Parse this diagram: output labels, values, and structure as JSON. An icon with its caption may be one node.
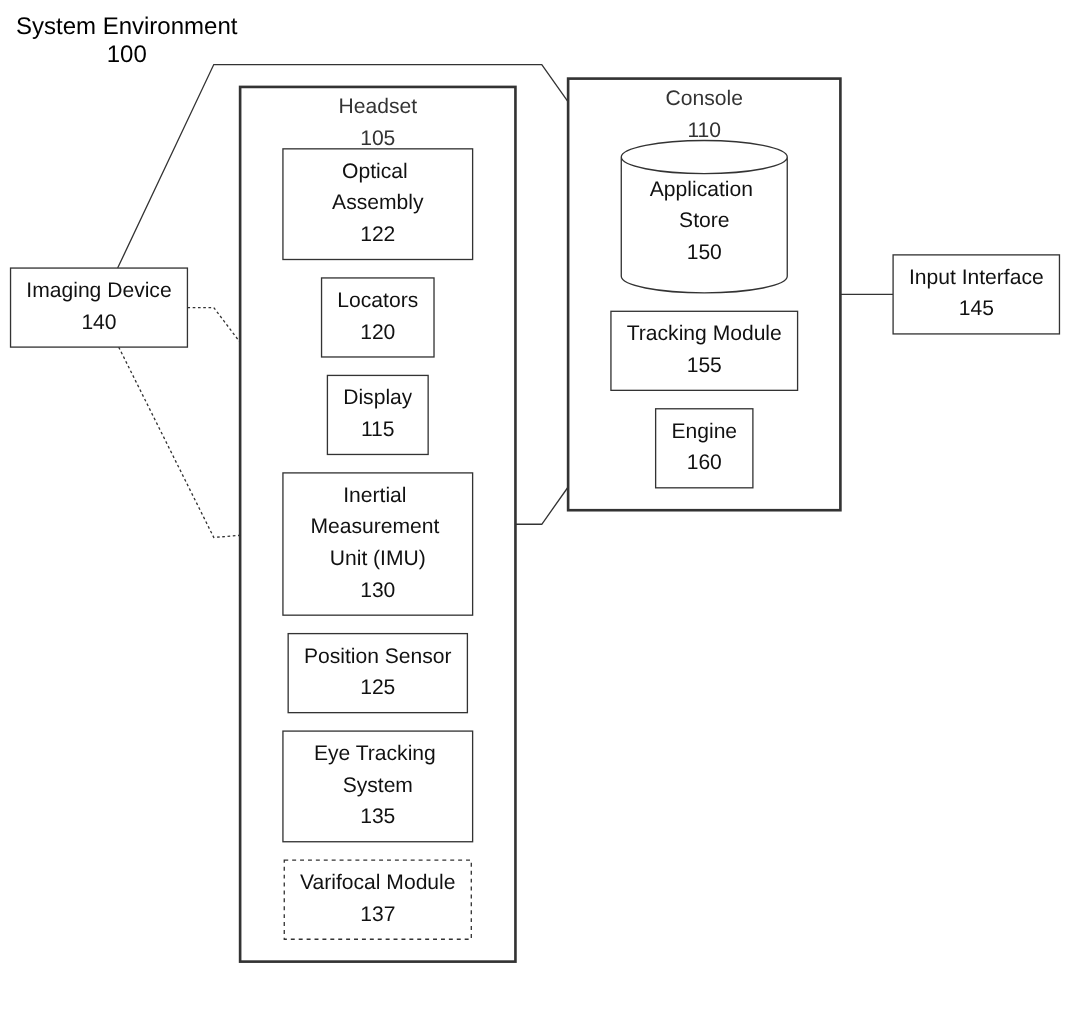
{
  "diagram": {
    "nodes": [
      {
        "text": [
          "Imaging Device",
          "140"
        ]
      },
      {
        "text": [
          "Headset",
          "105"
        ]
      },
      {
        "text": [
          "Optical Assembly",
          "122"
        ],
        "in": 1
      },
      {
        "text": [
          "Locators",
          "120"
        ],
        "in": 1
      },
      {
        "text": [
          "Display",
          "115"
        ],
        "in": 1
      },
      {
        "text": [
          "Inertial Measurement Unit (IMU)",
          "130"
        ],
        "in": 1
      },
      {
        "text": [
          "Position Sensor",
          "125"
        ],
        "in": 1
      },
      {
        "text": [
          "Eye Tracking System",
          "135"
        ],
        "in": 1
      },
      {
        "text": [
          "Varifocal Module",
          "137"
        ],
        "in": 1
      },
      {
        "text": [
          "Console",
          "110"
        ]
      },
      {
        "text": [
          "Application Store",
          "150"
        ],
        "in": 9
      },
      {
        "text": [
          "Tracking Module",
          "155"
        ],
        "in": 9
      },
      {
        "text": [
          "Engine",
          "160"
        ],
        "in": 9
      },
      {
        "text": [
          "Input Interface",
          "145"
        ]
      }
    ],
    "edges": [
      {
        "from": 0,
        "to": 1,
        "arrow": "none",
        "style": "dashed"
      },
      {
        "from": 0,
        "to": 1,
        "arrow": "none",
        "style": "dashed"
      },
      {
        "from": 0,
        "to": 9,
        "arrow": "none"
      },
      {
        "from": 1,
        "to": 9,
        "arrow": "none"
      },
      {
        "from": 9,
        "to": 13,
        "arrow": "none"
      }
    ],
    "labels": [
      "System Environment",
      "100"
    ]
  }
}
